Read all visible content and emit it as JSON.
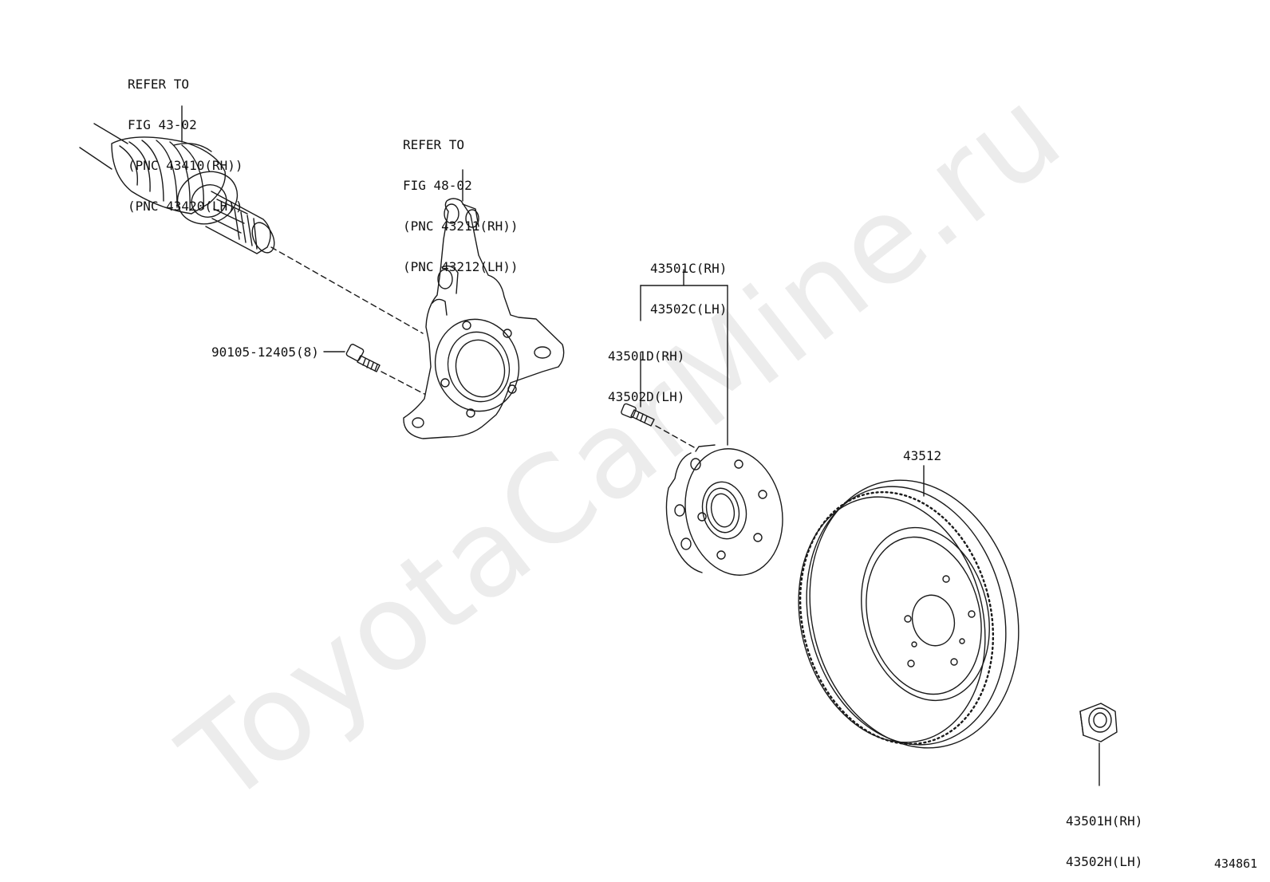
{
  "watermark": "ToyotaCarMine.ru",
  "callouts": {
    "driveshaft": [
      "REFER TO",
      "FIG 43-02",
      "(PNC 43410(RH))",
      "(PNC 43420(LH))"
    ],
    "knuckle": [
      "REFER TO",
      "FIG 48-02",
      "(PNC 43211(RH))",
      "(PNC 43212(LH))"
    ],
    "hub_assembly": [
      "43501C(RH)",
      "43502C(LH)"
    ],
    "hub_bolt": [
      "43501D(RH)",
      "43502D(LH)"
    ],
    "knuckle_bolt": "90105-12405(8)",
    "disc": "43512",
    "hub_nut": [
      "43501H(RH)",
      "43502H(LH)"
    ]
  },
  "figure_number": "434861",
  "colors": {
    "line": "#1a1a1a",
    "watermark": "#ececec",
    "background": "#ffffff"
  }
}
